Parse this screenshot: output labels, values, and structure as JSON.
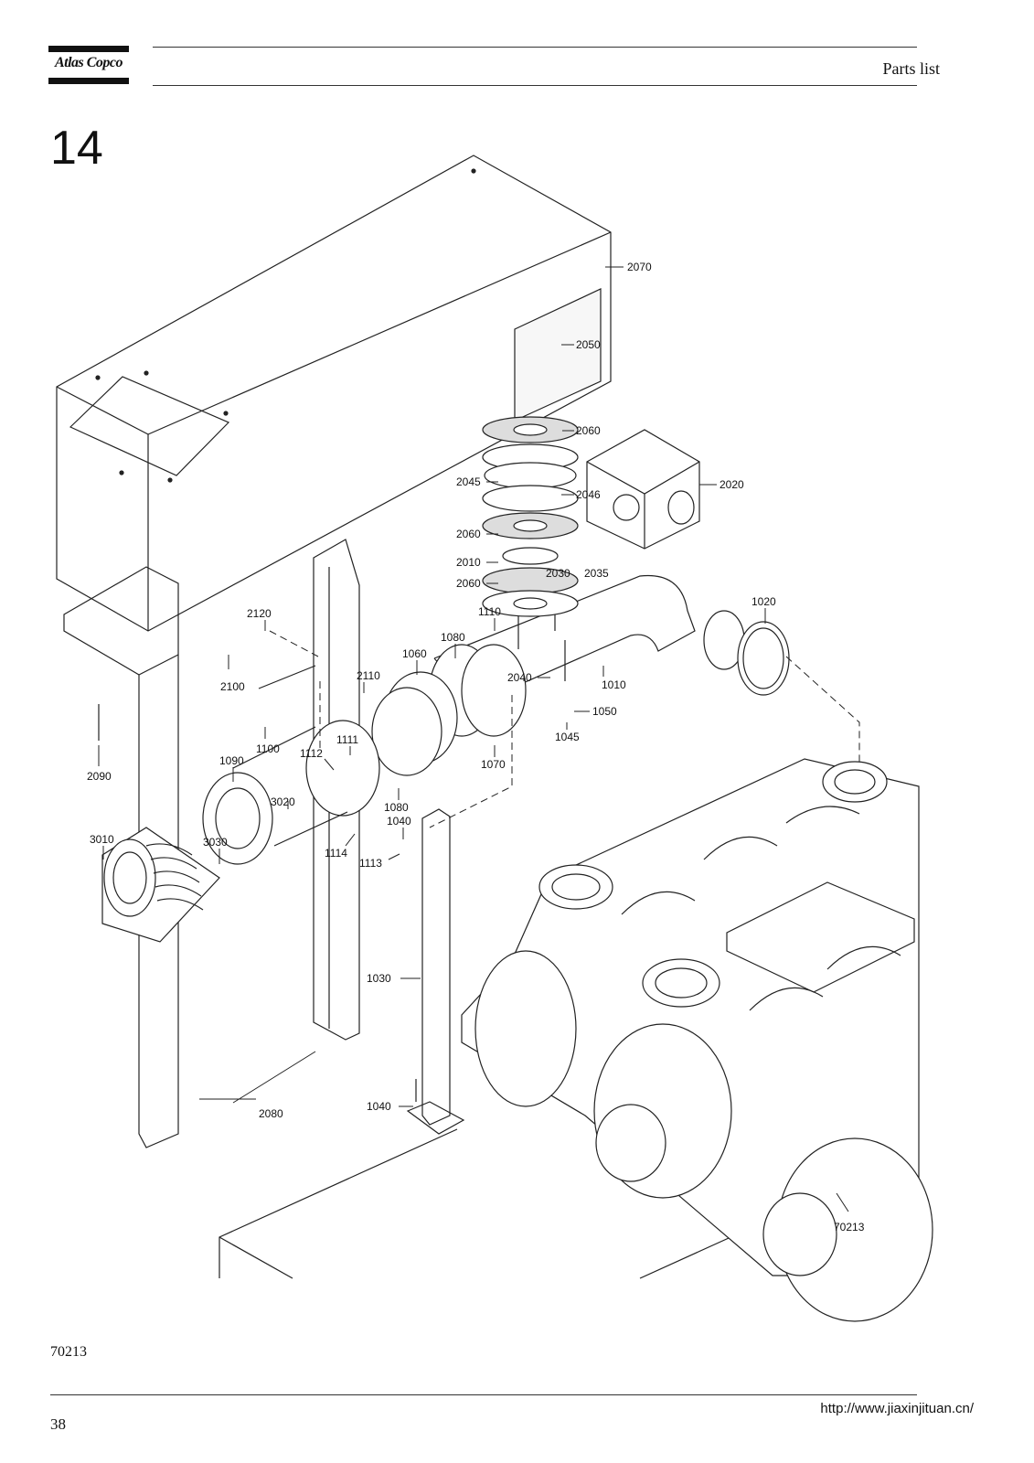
{
  "header": {
    "brand": "Atlas Copco",
    "title": "Parts list"
  },
  "section_number": "14",
  "figure_ref": "70213",
  "page_number": "38",
  "footer_url": "http://www.jiaxinjituan.cn/",
  "callouts": {
    "c2070": "2070",
    "c2050": "2050",
    "c2060a": "2060",
    "c2045": "2045",
    "c2046": "2046",
    "c2020": "2020",
    "c2060b": "2060",
    "c2010": "2010",
    "c2030": "2030",
    "c2035": "2035",
    "c2060c": "2060",
    "c1020": "1020",
    "c2120": "2120",
    "c1110": "1110",
    "c1080a": "1080",
    "c1060": "1060",
    "c2110": "2110",
    "c2040": "2040",
    "c1010": "1010",
    "c2100": "2100",
    "c1050": "1050",
    "c1045": "1045",
    "c2090": "2090",
    "c1100": "1100",
    "c1111": "1111",
    "c1112": "1112",
    "c1090": "1090",
    "c1070": "1070",
    "c1080b": "1080",
    "c3020": "3020",
    "c1040a": "1040",
    "c3010": "3010",
    "c3030": "3030",
    "c1114": "1114",
    "c1113": "1113",
    "c1030": "1030",
    "c2080": "2080",
    "c1040b": "1040",
    "c70213": "70213"
  }
}
